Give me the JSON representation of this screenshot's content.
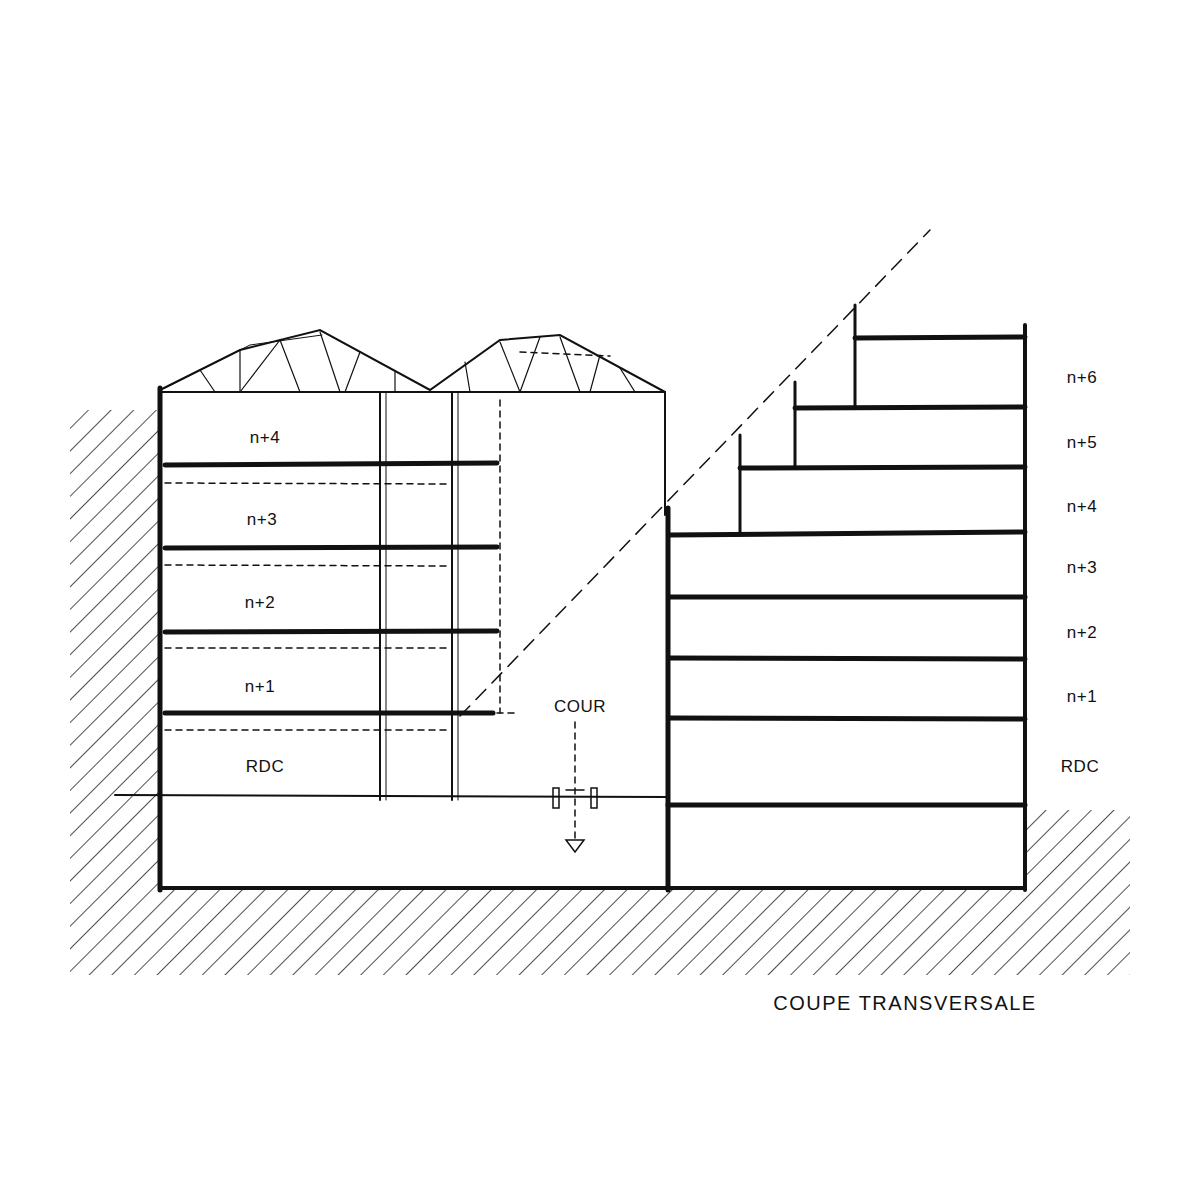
{
  "diagram": {
    "caption": "COUPE TRANSVERSALE",
    "labels": [
      "n+4",
      "n+3",
      "n+2",
      "n+1",
      "RDC",
      "COUR",
      "n+6",
      "n+5",
      "n+4",
      "n+3",
      "n+2",
      "n+1",
      "RDC"
    ]
  }
}
